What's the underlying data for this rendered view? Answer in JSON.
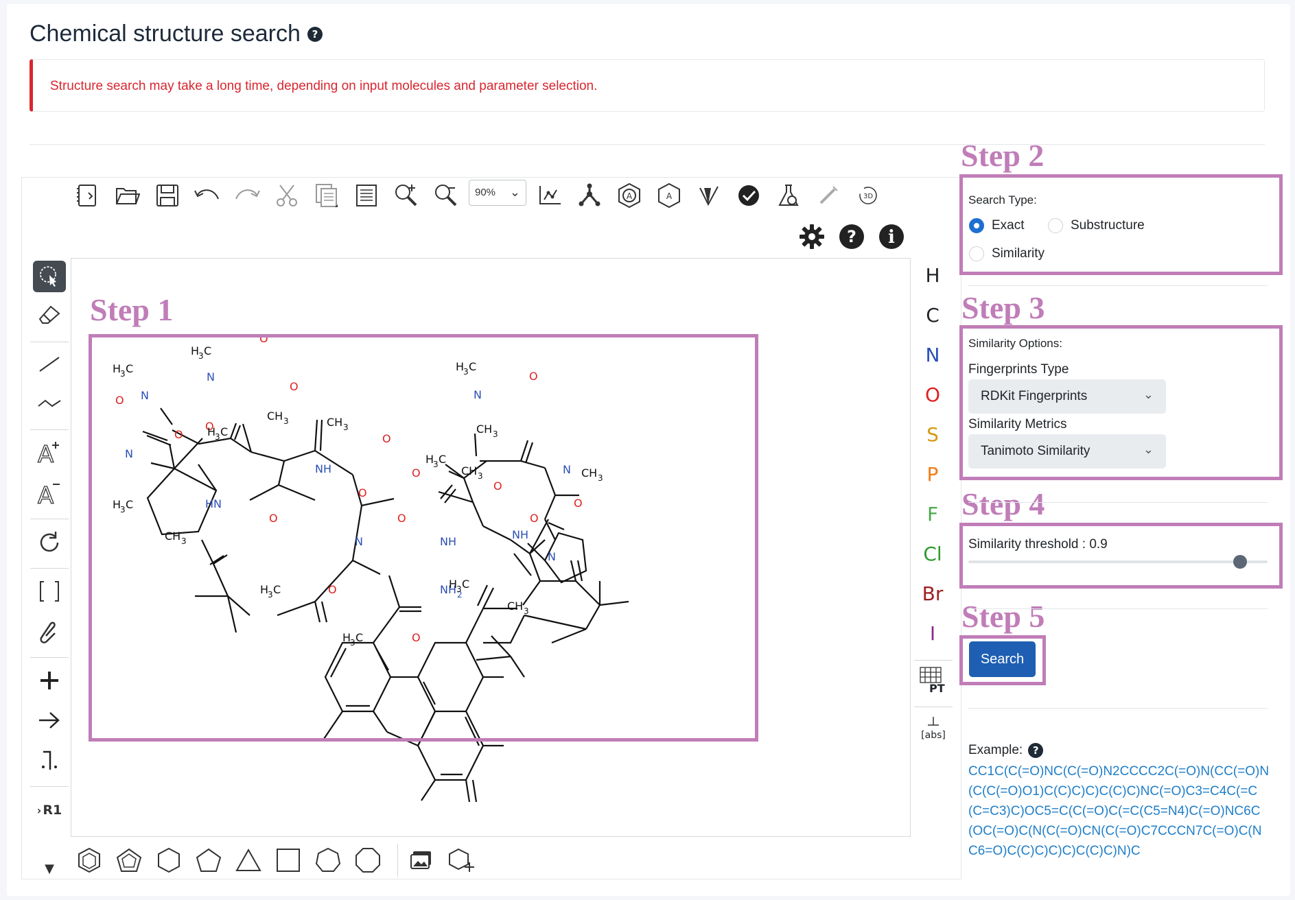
{
  "page": {
    "title": "Chemical structure search",
    "alert": "Structure search may take a long time, depending on input molecules and parameter selection."
  },
  "editor": {
    "zoom": "90%",
    "elements": [
      {
        "symbol": "H",
        "color": "#111111"
      },
      {
        "symbol": "C",
        "color": "#111111"
      },
      {
        "symbol": "N",
        "color": "#2a4fb5"
      },
      {
        "symbol": "O",
        "color": "#e02020"
      },
      {
        "symbol": "S",
        "color": "#d69a12"
      },
      {
        "symbol": "P",
        "color": "#f07d14"
      },
      {
        "symbol": "F",
        "color": "#4aa84a"
      },
      {
        "symbol": "Cl",
        "color": "#2e9a2e"
      },
      {
        "symbol": "Br",
        "color": "#a02020"
      },
      {
        "symbol": "I",
        "color": "#8a2a8a"
      }
    ],
    "periodic_table_label": "PT",
    "abs_label": "abs",
    "rgroup_label": "R1",
    "molecule_labels": {
      "ch3": "CH3",
      "h3c": "H3C",
      "n": "N",
      "o": "O",
      "nh": "NH",
      "hn": "HN",
      "nh2": "NH2"
    }
  },
  "steps": {
    "step1": "Step 1",
    "step2": "Step 2",
    "step3": "Step 3",
    "step4": "Step 4",
    "step5": "Step 5"
  },
  "search_type": {
    "label": "Search Type:",
    "options": [
      "Exact",
      "Substructure",
      "Similarity"
    ],
    "selected": "Exact"
  },
  "similarity_options": {
    "label": "Similarity Options:",
    "fingerprints_label": "Fingerprints Type",
    "fingerprints_value": "RDKit Fingerprints",
    "metrics_label": "Similarity Metrics",
    "metrics_value": "Tanimoto Similarity"
  },
  "threshold": {
    "label": "Similarity threshold : 0.9",
    "value": 0.9
  },
  "search_button": "Search",
  "example": {
    "label": "Example:",
    "smiles": "CC1C(C(=O)NC(C(=O)N2CCCC2C(=O)N(CC(=O)N(C(C(=O)O1)C(C)C)C)C(C)C)NC(=O)C3=C4C(=C(C=C3)C)OC5=C(C(=O)C(=C(C5=N4)C(=O)NC6C(OC(=O)C(N(C(=O)CN(C(=O)C7CCCN7C(=O)C(NC6=O)C(C)C)C)C)C(C)C)N)C"
  },
  "colors": {
    "accent": "#1e5fb3",
    "step_highlight": "#c07db8",
    "alert": "#d9262f",
    "link": "#1f7ec9"
  }
}
